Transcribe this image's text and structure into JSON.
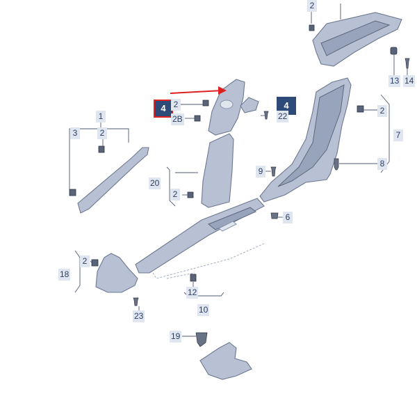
{
  "diagram": {
    "callouts": {
      "c1": "1",
      "c2_top": "2",
      "c2_a": "2",
      "c2_left": "2",
      "c2_b": "2B",
      "c2_mid": "2",
      "c2_right": "2",
      "c2_low": "2",
      "c3": "3",
      "c4_left": "4",
      "c4_right": "4",
      "c6": "6",
      "c7": "7",
      "c8": "8",
      "c9": "9",
      "c10": "10",
      "c12": "12",
      "c13": "13",
      "c14": "14",
      "c18": "18",
      "c19": "19",
      "c20": "20",
      "c22": "22",
      "c23": "23"
    },
    "colors": {
      "part_fill": "#b7c1d3",
      "callout_bg": "#dfe6f0",
      "highlight_bg": "#2d4a78",
      "highlight_border": "#e02020",
      "arrow": "#e02020"
    }
  }
}
